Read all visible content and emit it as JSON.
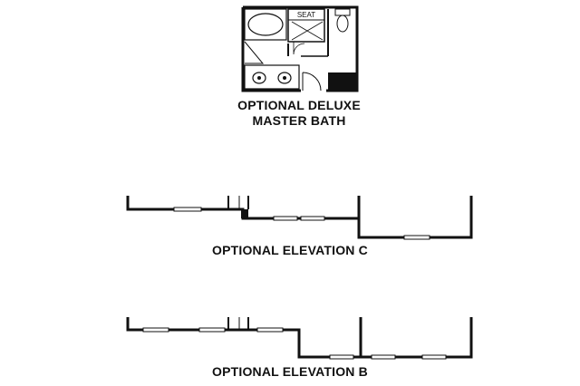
{
  "bath": {
    "seat_label": "SEAT",
    "caption_line1": "OPTIONAL DELUXE",
    "caption_line2": "MASTER BATH"
  },
  "elevation_c": {
    "caption": "OPTIONAL ELEVATION C"
  },
  "elevation_b": {
    "caption": "OPTIONAL ELEVATION B"
  },
  "colors": {
    "ink": "#111111",
    "paper": "#ffffff"
  }
}
